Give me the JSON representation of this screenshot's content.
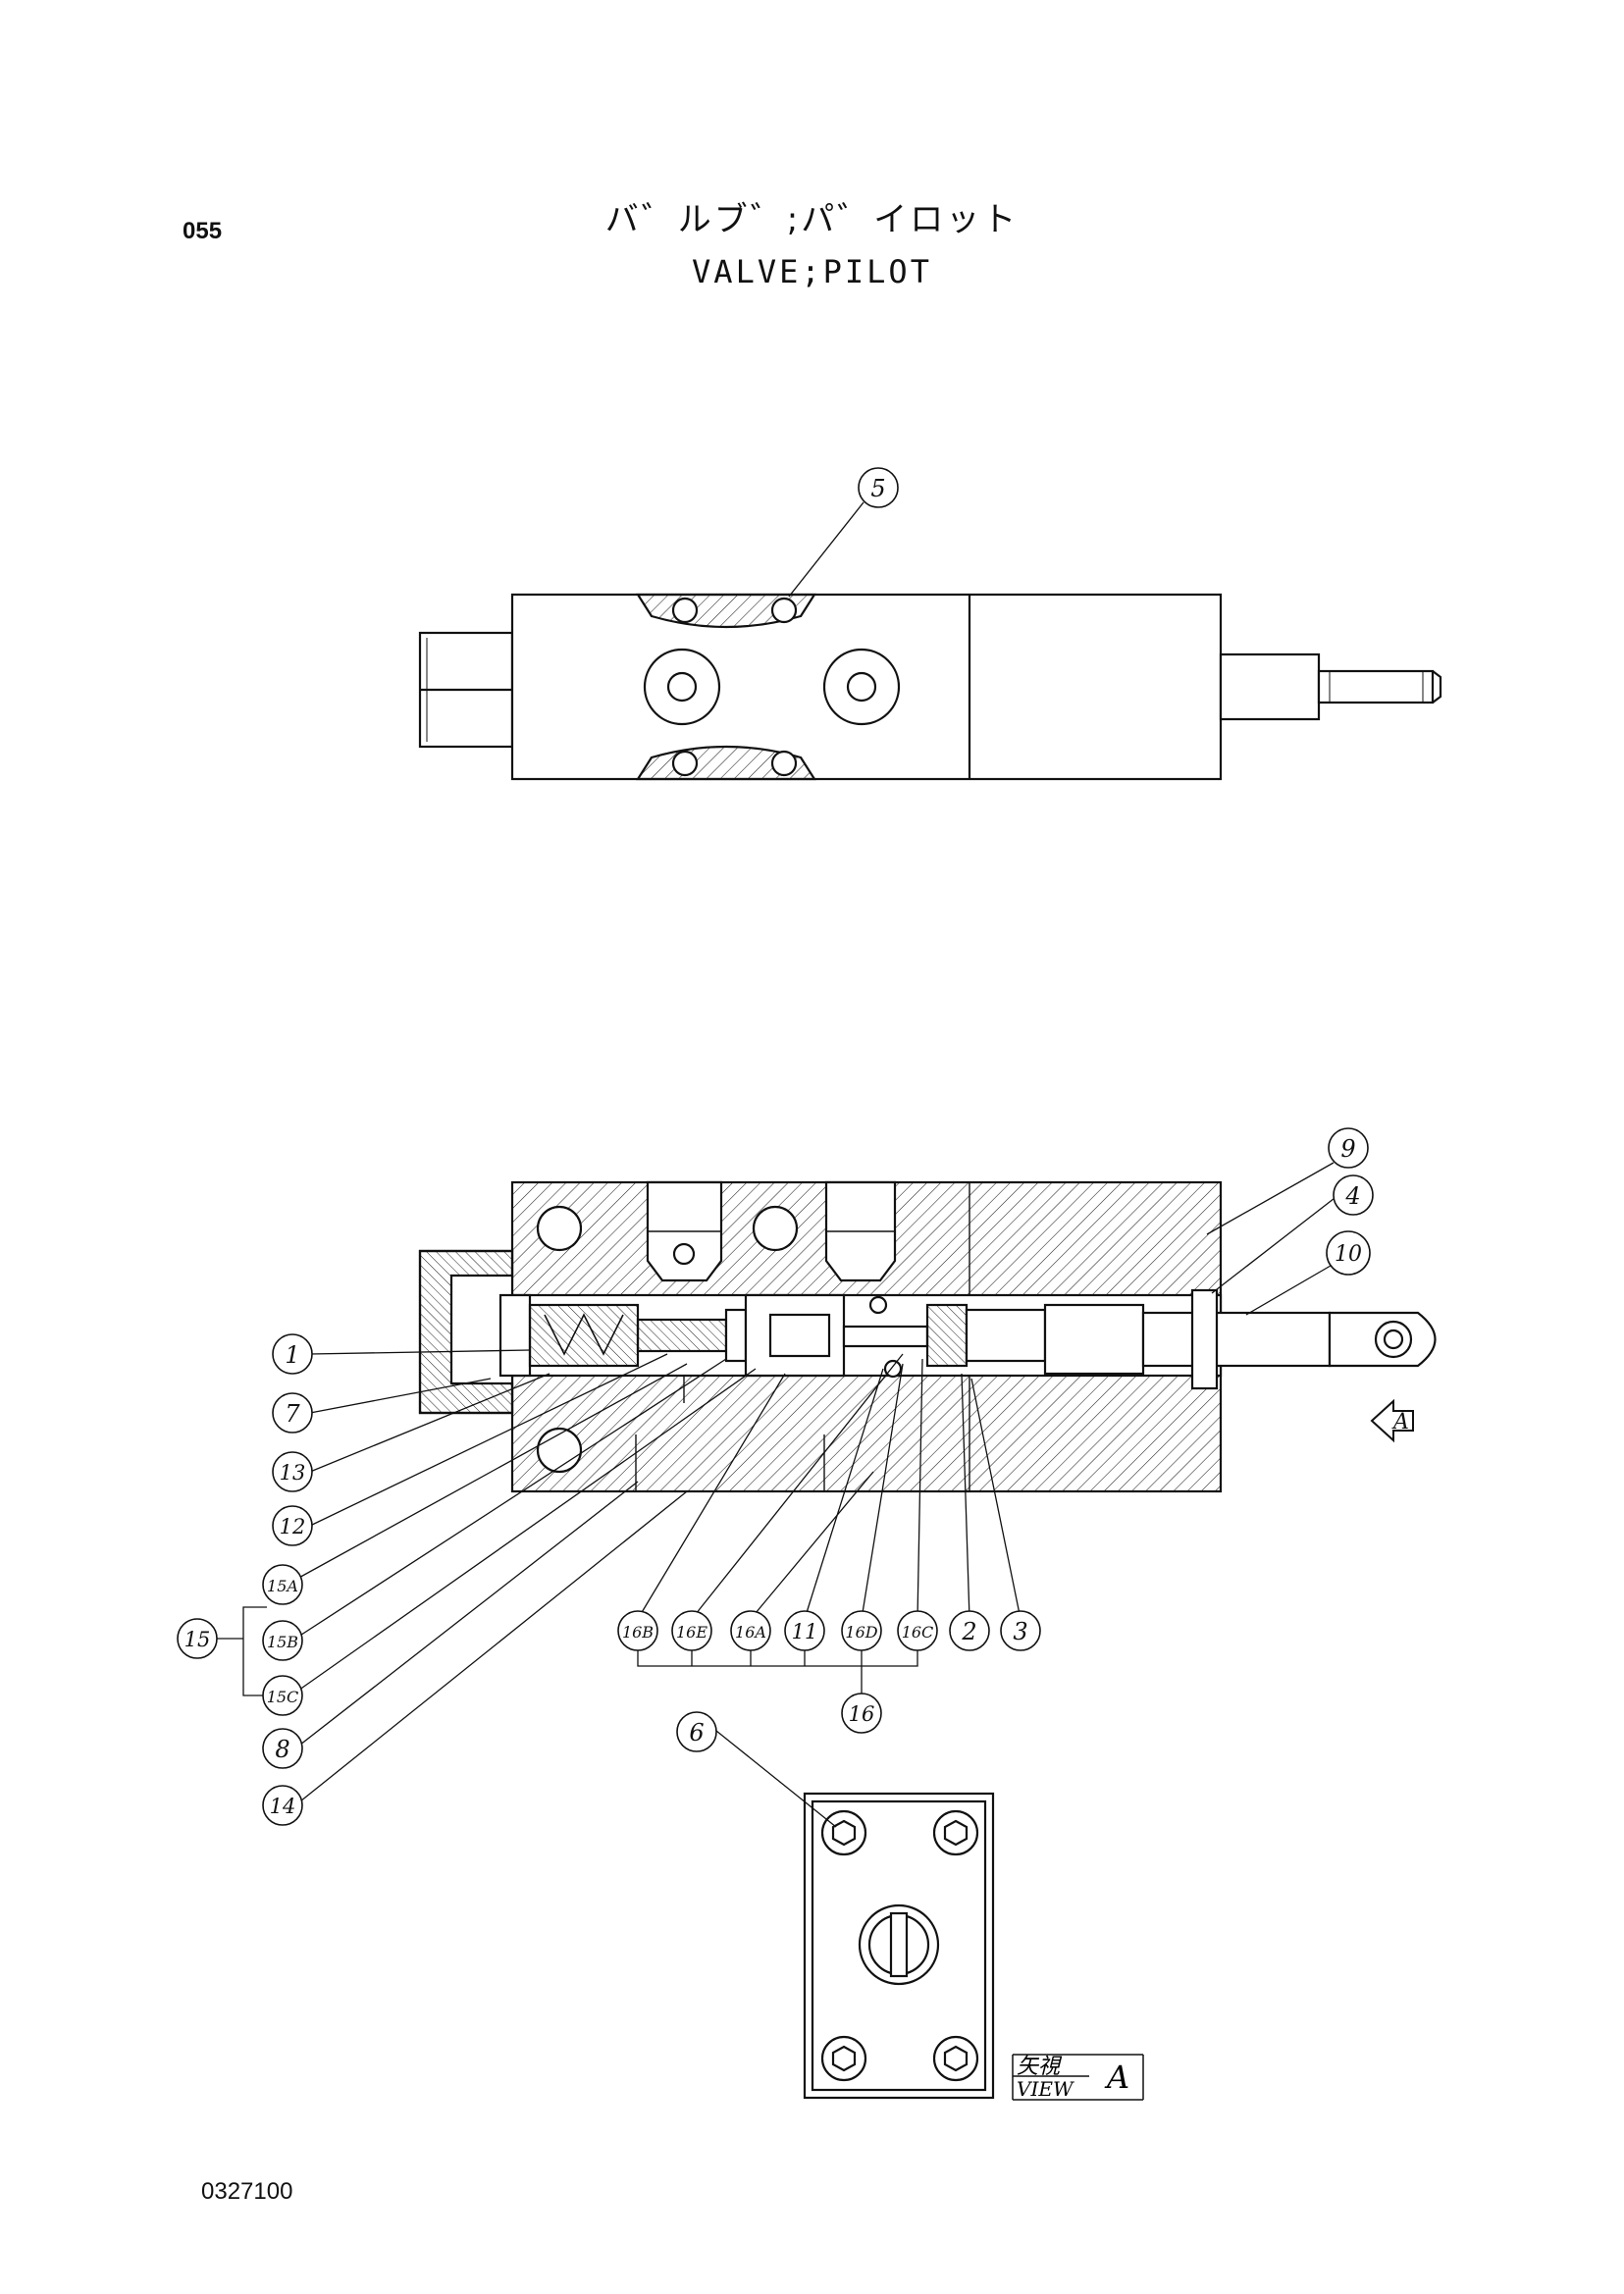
{
  "header": {
    "page_number": "055",
    "title_jp": "バ゛ルブ゛;パ゛イロット",
    "title_en": "VALVE;PILOT"
  },
  "footer": {
    "document_number": "0327100"
  },
  "view_label": {
    "jp": "矢視",
    "en": "VIEW",
    "letter": "A"
  },
  "arrow_label": "A",
  "callouts": {
    "c5": "5",
    "c9": "9",
    "c4": "4",
    "c10": "10",
    "c1": "1",
    "c7": "7",
    "c13": "13",
    "c12": "12",
    "c15A": "15A",
    "c15": "15",
    "c15B": "15B",
    "c15C": "15C",
    "c8": "8",
    "c14": "14",
    "c16B": "16B",
    "c16E": "16E",
    "c16A": "16A",
    "c11": "11",
    "c16D": "16D",
    "c16C": "16C",
    "c2": "2",
    "c3": "3",
    "c16": "16",
    "c6": "6"
  }
}
